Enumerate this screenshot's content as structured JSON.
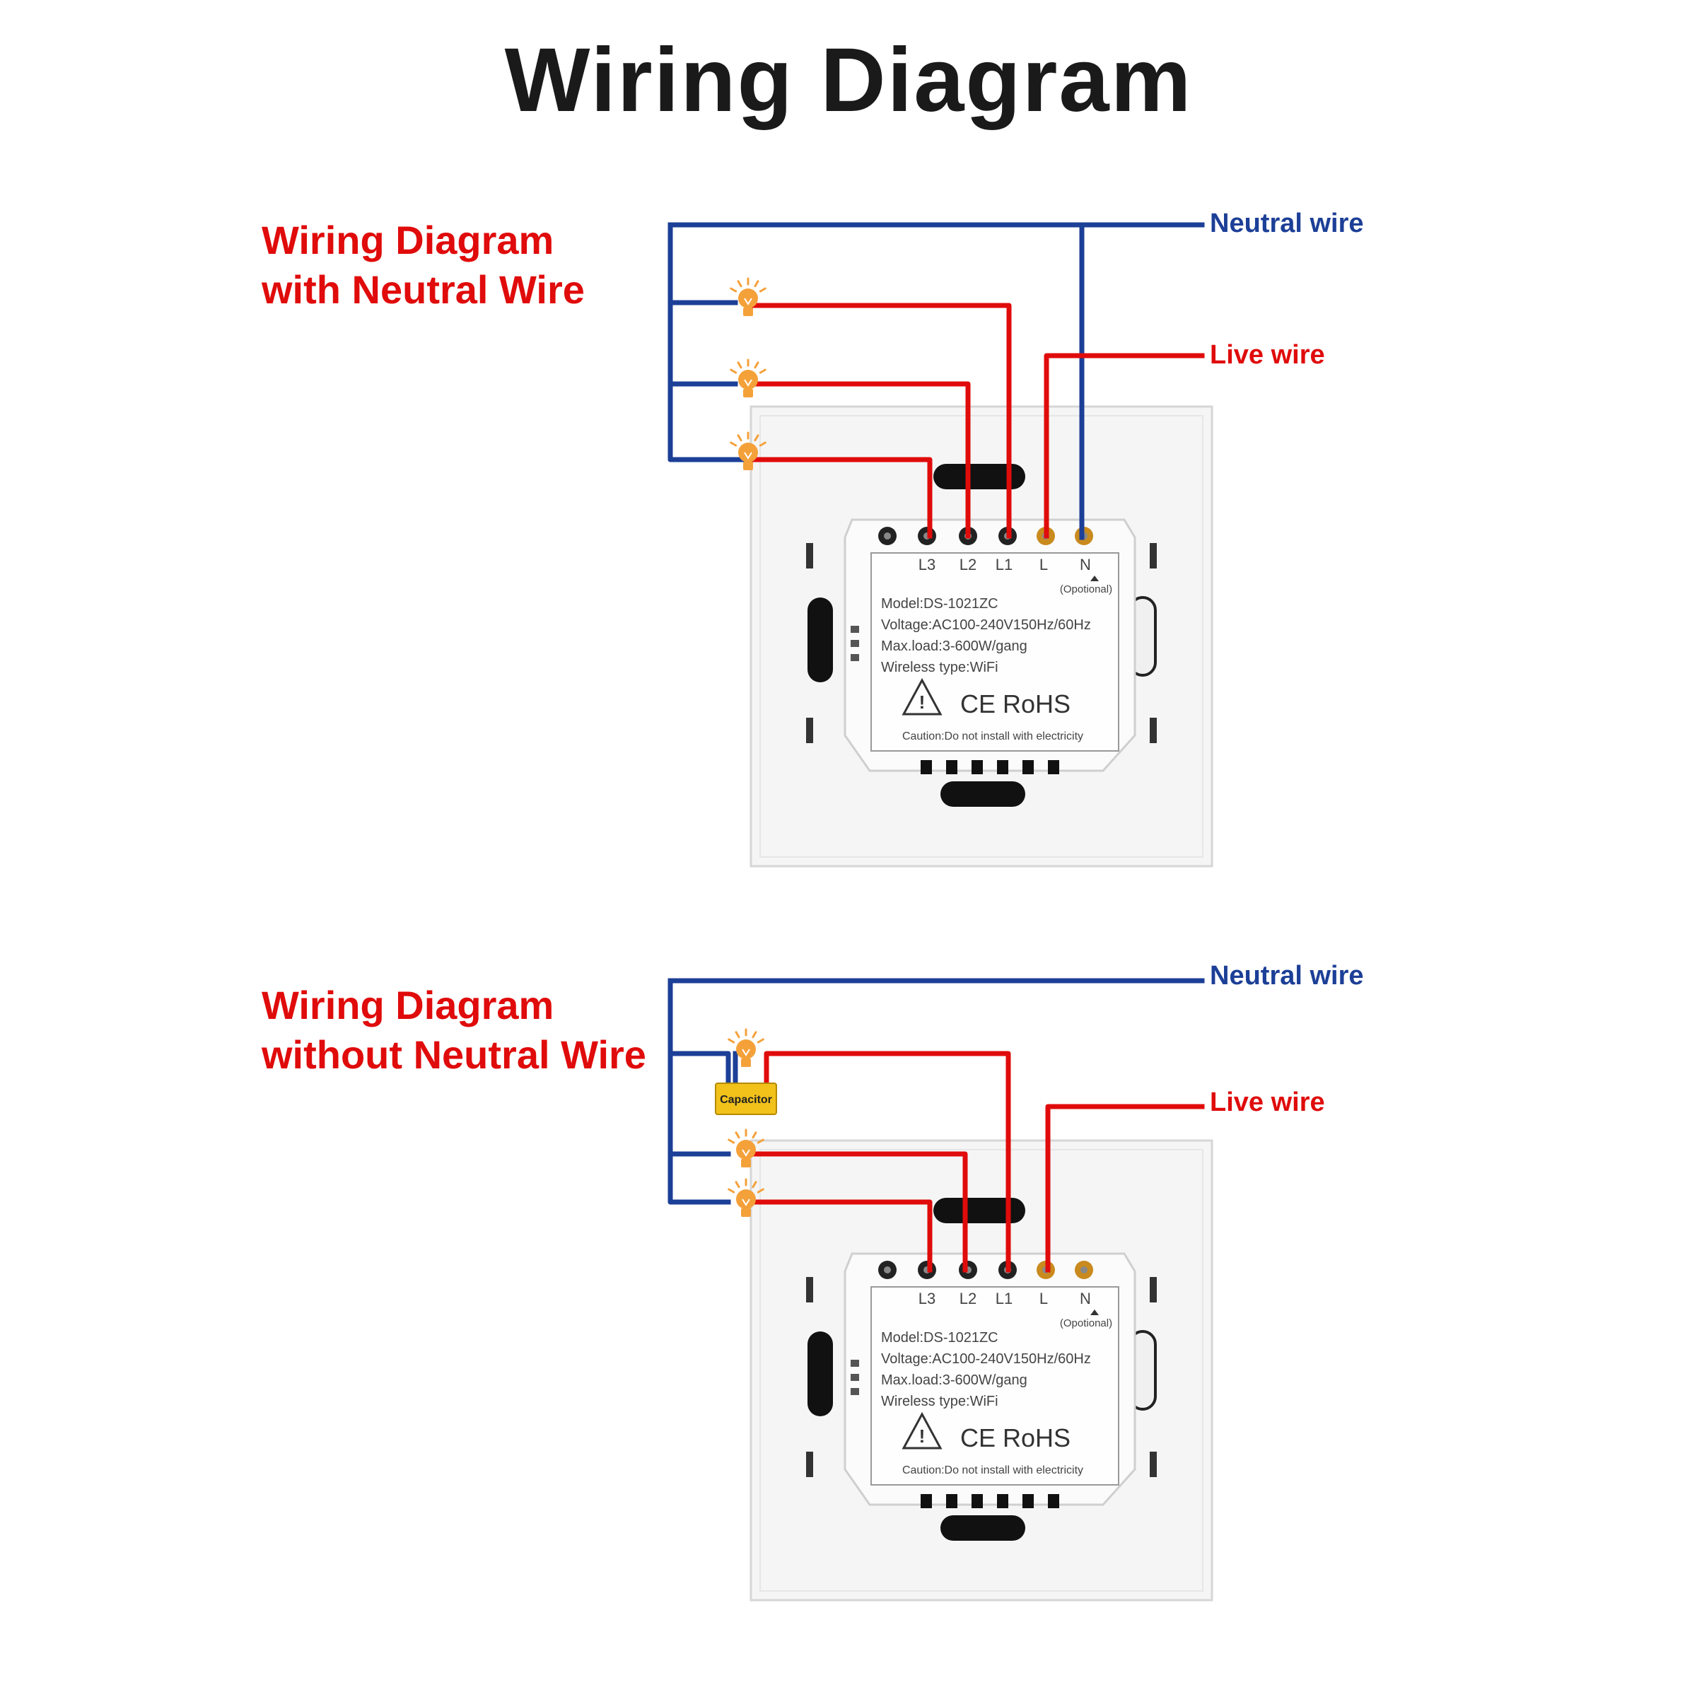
{
  "title": "Wiring Diagram",
  "colors": {
    "neutral_wire": "#1c3f97",
    "live_wire": "#e00b0b",
    "bulb": "#f4a13a",
    "capacitor": "#f2c21b",
    "panel": "#f5f5f5",
    "title_text": "#1a1a1a"
  },
  "diagrams": [
    {
      "title_line1": "Wiring Diagram",
      "title_line2": "with Neutral Wire",
      "neutral_label": "Neutral wire",
      "live_label": "Live wire",
      "neutral_connected_to_switch": true,
      "has_capacitor": false,
      "bulbs": 3,
      "bulb_icon": "light-bulb-icon"
    },
    {
      "title_line1": "Wiring Diagram",
      "title_line2": "without Neutral Wire",
      "neutral_label": "Neutral wire",
      "live_label": "Live wire",
      "neutral_connected_to_switch": false,
      "has_capacitor": true,
      "capacitor_label": "Capacitor",
      "bulbs": 3,
      "bulb_icon": "light-bulb-icon"
    }
  ],
  "switch_module": {
    "terminals": [
      "L3",
      "L2",
      "L1",
      "L",
      "N"
    ],
    "optional_note": "(Opotional)",
    "model": "Model:DS-1021ZC",
    "voltage": "Voltage:AC100-240V150Hz/60Hz",
    "max_load": "Max.load:3-600W/gang",
    "wireless": "Wireless type:WiFi",
    "certifications": "CE RoHS",
    "caution": "Caution:Do not install with electricity"
  }
}
